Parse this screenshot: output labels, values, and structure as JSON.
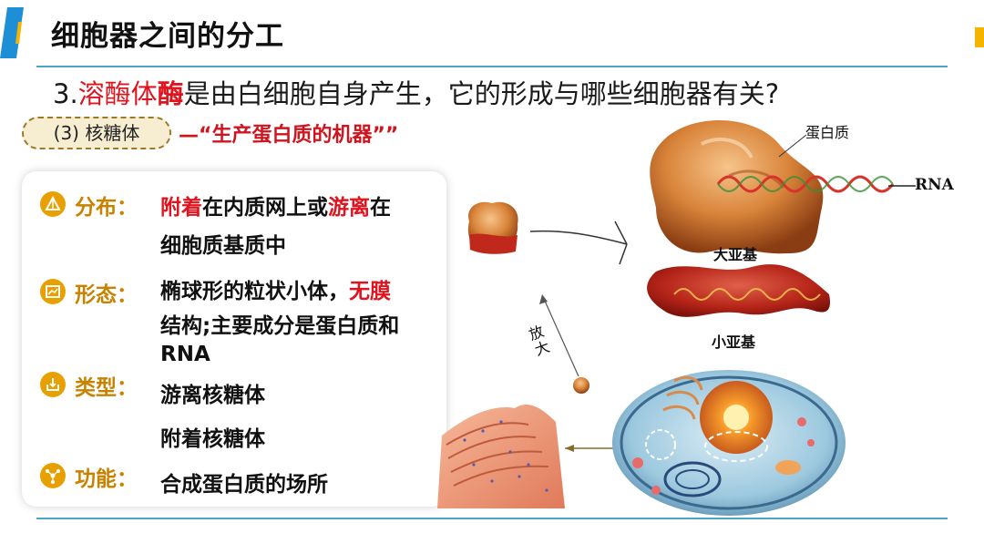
{
  "title": "细胞器之间的分工",
  "question": {
    "number": "3.",
    "highlight_1": "溶酶体",
    "highlight_2": "酶",
    "rest": "是由白细胞自身产生，它的形成与哪些细胞器有关?"
  },
  "section": {
    "pill_label": "(3) 核糖体",
    "slogan": "—“生产蛋白质的机器””"
  },
  "info": {
    "distribution": {
      "label": "分布：",
      "icon": "triangle-icon",
      "line1_red_a": "附着",
      "line1_mid": "在内质网上或",
      "line1_red_b": "游离",
      "line1_end": "在",
      "line2": "细胞质基质中"
    },
    "morphology": {
      "label": "形态：",
      "icon": "chart-icon",
      "line1_a": "椭球形的粒状小体，",
      "line1_red": "无膜",
      "line2": "结构;主要成分是蛋白质和",
      "line3": "RNA"
    },
    "types": {
      "label": "类型：",
      "icon": "tray-icon",
      "item1": "游离核糖体",
      "item2": "附着核糖体"
    },
    "function": {
      "label": "功能：",
      "icon": "network-icon",
      "text": "合成蛋白质的场所"
    }
  },
  "figure": {
    "label_protein": "蛋白质",
    "label_rna": "RNA",
    "label_large": "大亚基",
    "label_small": "小亚基",
    "label_zoom": "放大"
  },
  "colors": {
    "accent_blue": "#1e8fd6",
    "accent_gold": "#e8a000",
    "highlight_red": "#e0141e",
    "rule_blue": "#4ba3c7"
  }
}
